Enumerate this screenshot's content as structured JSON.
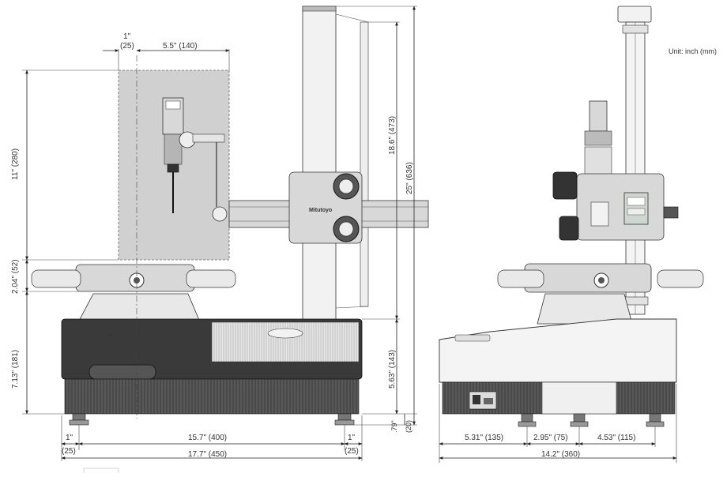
{
  "unit_note": "Unit: inch (mm)",
  "logo_text": "Mitutoyo",
  "front_view": {
    "dims": {
      "offset_1in": "1\"",
      "offset_25": "(25)",
      "span_5_5": "5.5\" (140)",
      "height_11": "11\" (280)",
      "height_2_04": "2.04\" (52)",
      "height_7_13": "7.13\" (181)",
      "height_18_6": "18.6\" (473)",
      "height_25": "25\" (636)",
      "height_5_63": "5.63\" (143)",
      "height_79": ".79\"",
      "height_20": "(20)",
      "left_1in": "1\"",
      "left_25": "(25)",
      "width_15_7": "15.7\" (400)",
      "right_1in": "1\"",
      "right_25": "(25)",
      "width_17_7": "17.7\" (450)"
    }
  },
  "side_view": {
    "dims": {
      "d_5_31": "5.31\" (135)",
      "d_2_95": "2.95\" (75)",
      "d_4_53": "4.53\" (115)",
      "width_14_2": "14.2\" (360)"
    }
  },
  "colors": {
    "base_dark": "#3a3a3a",
    "shaded_region": "#d0d0d0",
    "line": "#222222"
  }
}
